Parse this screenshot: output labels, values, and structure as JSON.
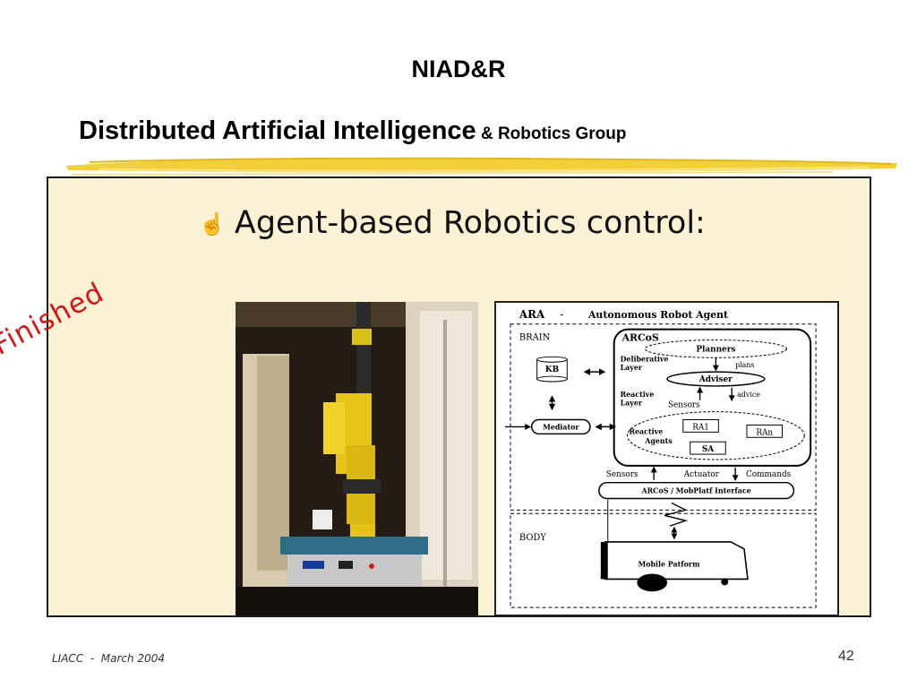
{
  "slide": {
    "title": "NIAD&R",
    "subtitle_main": "Distributed Artificial Intelligence",
    "subtitle_small": " & Robotics Group",
    "stamp": "Finished",
    "bullet_icon": "pointing-hand-icon",
    "bullet_text": "Agent-based Robotics control:",
    "footer": "LIACC  -  March 2004",
    "page_number": "42"
  },
  "diagram": {
    "ara": "ARA",
    "dash": "-",
    "ara_full": "Autonomous Robot Agent",
    "brain": "BRAIN",
    "arcos": "ARCoS",
    "planners": "Planners",
    "deliberative_layer": "Deliberative",
    "deliberative_layer_2": "Layer",
    "plans": "plans",
    "kb": "KB",
    "adviser": "Adviser",
    "reactive_layer": "Reactive",
    "reactive_layer_2": "Layer",
    "advice": "advice",
    "sensors_top": "Sensors",
    "mediator": "Mediator",
    "reactive_agents": "Reactive",
    "reactive_agents_2": "Agents",
    "ra1": "RA1",
    "ran": "RAn",
    "sa": "SA",
    "sensors_bottom": "Sensors",
    "actuator": "Actuator",
    "commands": "Commands",
    "interface": "ARCoS / MobPlatf Interface",
    "body": "BODY",
    "mobile_platform": "Mobile Patform"
  },
  "colors": {
    "stamp": "#d01818",
    "content_bg": "#fbf1d4",
    "brush": "#f2d03a"
  }
}
